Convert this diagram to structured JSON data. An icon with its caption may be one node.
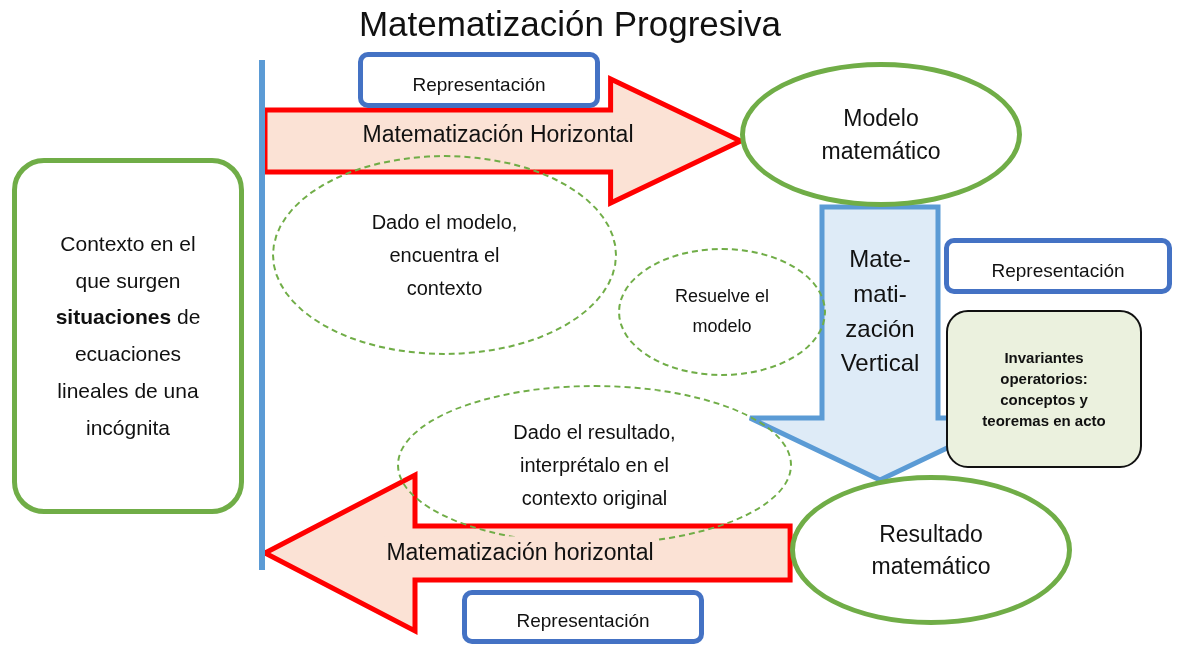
{
  "diagram": {
    "title": "Matematización Progresiva",
    "nodes": [
      {
        "text": [
          "Contexto en el que surgen **situaciones** de ecuaciones lineales de una incógnita"
        ]
      },
      {
        "text": [],
        "shape": "bar"
      },
      {
        "text": [
          "Representación"
        ]
      },
      {
        "text": [
          "Modelo matemático"
        ]
      },
      {
        "text": [
          "Dado el modelo, encuentra el contexto"
        ]
      },
      {
        "text": [
          "Resuelve el modelo"
        ]
      },
      {
        "text": [
          "Representación"
        ]
      },
      {
        "text": [
          "Invariantes operatorios: conceptos y teoremas en acto"
        ]
      },
      {
        "text": [
          "Dado el resultado, interprétalo en el contexto original"
        ]
      },
      {
        "text": [
          "Resultado matemático"
        ]
      },
      {
        "text": [
          "Representación"
        ]
      }
    ],
    "edges": [
      {
        "from": 1,
        "to": 3,
        "arrow": "to",
        "label": "Matematización Horizontal",
        "style": "thick"
      },
      {
        "from": 3,
        "to": 9,
        "arrow": "to",
        "label": "Mate- mati- zación Vertical",
        "style": "thick",
        "color": "#5b9bd5"
      },
      {
        "from": 9,
        "to": 1,
        "arrow": "to",
        "label": "Matematización horizontal",
        "style": "thick"
      }
    ]
  }
}
